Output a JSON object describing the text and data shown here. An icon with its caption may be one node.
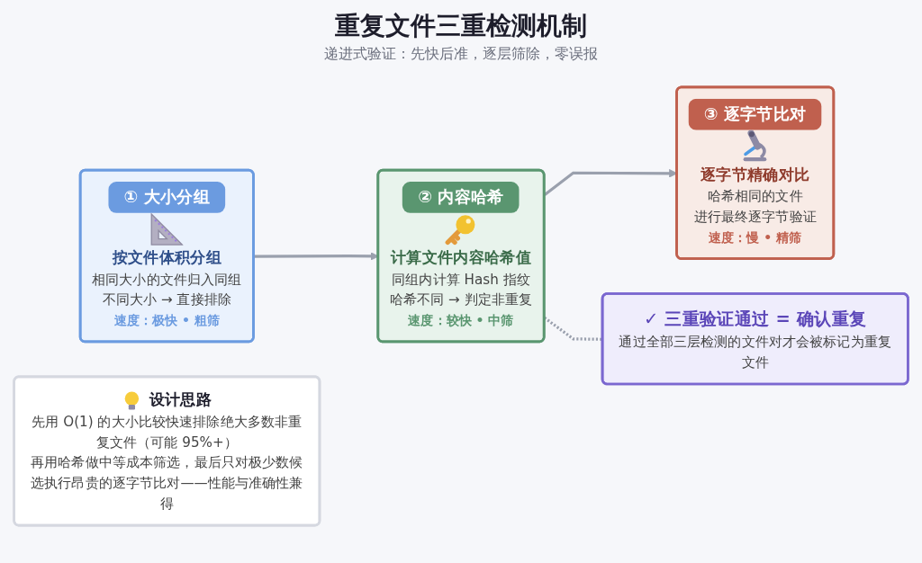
{
  "diagram": {
    "title": "重复文件三重检测机制",
    "nodes": [
      {
        "text": [
          "① 大小分组",
          "按文件体积分组",
          "相同大小的文件归入同组",
          "不同大小 → 直接排除",
          "速度：极快 • 粗筛"
        ]
      },
      {
        "text": [
          "② 内容哈希",
          "计算文件内容哈希值",
          "同组内计算 Hash 指纹",
          "哈希不同 → 判定非重复",
          "速度：较快 • 中筛"
        ]
      },
      {
        "text": [
          "③ 逐字节比对",
          "逐字节精确对比",
          "哈希相同的文件",
          "进行最终逐字节验证",
          "速度：慢 • 精筛"
        ]
      },
      {
        "text": [
          "✓ 三重验证通过 = 确认重复",
          "通过全部三层检测的文件对才会被标记为重复文件"
        ]
      },
      {
        "text": [
          "设计思路",
          "先用 O(1) 的大小比较快速排除绝大多数非重复文件（可能 95%+）",
          "再用哈希做中等成本筛选，最后只对极少数候选执行昂贵的逐字节比对——性能与准确性兼得"
        ]
      }
    ],
    "edges": [
      {
        "from": 0,
        "to": 1,
        "arrow": "to"
      },
      {
        "from": 1,
        "to": 2,
        "arrow": "to"
      },
      {
        "from": 1,
        "to": 3,
        "arrow": "none",
        "style": "dashed"
      }
    ],
    "labels": [
      "递进式验证：先快后准，逐层筛除，零误报"
    ]
  }
}
